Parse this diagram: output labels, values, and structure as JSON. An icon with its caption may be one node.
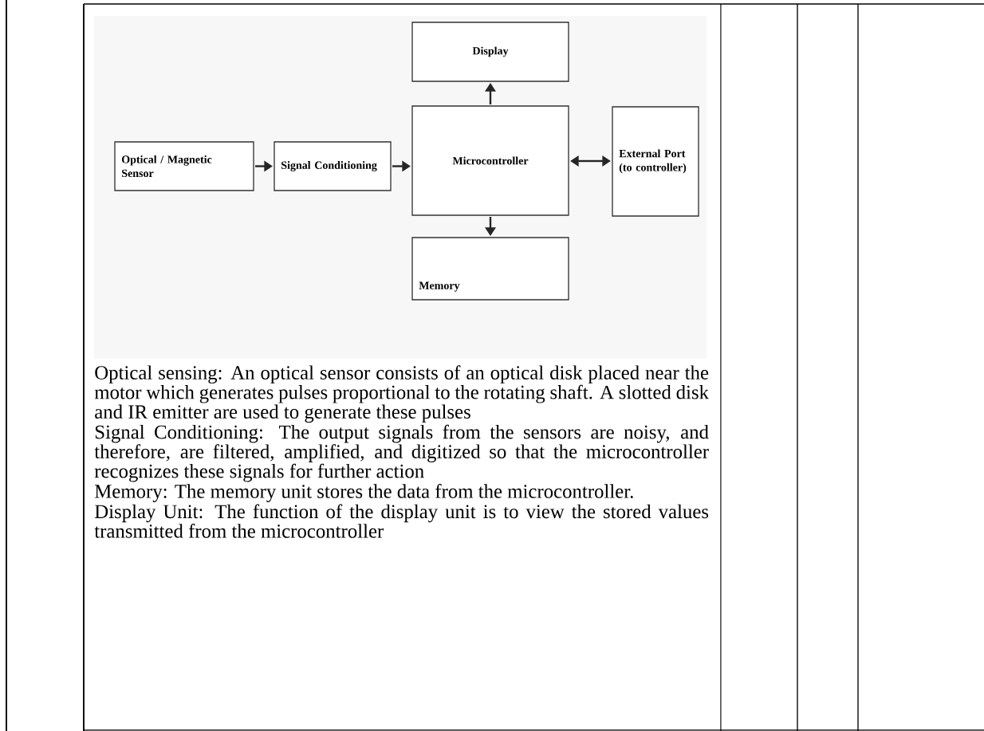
{
  "diagram": {
    "nodes": [
      {
        "text": [
          "Display"
        ]
      },
      {
        "text": [
          "Microcontroller"
        ]
      },
      {
        "text": [
          "Optical / Magnetic Sensor"
        ]
      },
      {
        "text": [
          "Signal Conditioning"
        ]
      },
      {
        "text": [
          "External Port (to controller)"
        ]
      },
      {
        "text": [
          "Memory"
        ]
      }
    ],
    "edges": [
      {
        "from": 2,
        "to": 3,
        "arrow": "to"
      },
      {
        "from": 3,
        "to": 1,
        "arrow": "to"
      },
      {
        "from": 1,
        "to": 0,
        "arrow": "to"
      },
      {
        "from": 1,
        "to": 4,
        "arrow": "both"
      },
      {
        "from": 1,
        "to": 5,
        "arrow": "to"
      }
    ],
    "labels": [
      "Optical sensing: An optical sensor consists of an optical disk placed near the motor which generates pulses proportional to the rotating shaft. A slotted disk and IR emitter are used to generate these pulses",
      "Signal Conditioning: The output signals from the sensors are noisy, and therefore, are filtered, amplified, and digitized so that the microcontroller recognizes these signals for further action",
      "Memory: The memory unit stores the data from the microcontroller.",
      "Display Unit: The function of the display unit is to view the stored values transmitted from the microcontroller"
    ]
  }
}
